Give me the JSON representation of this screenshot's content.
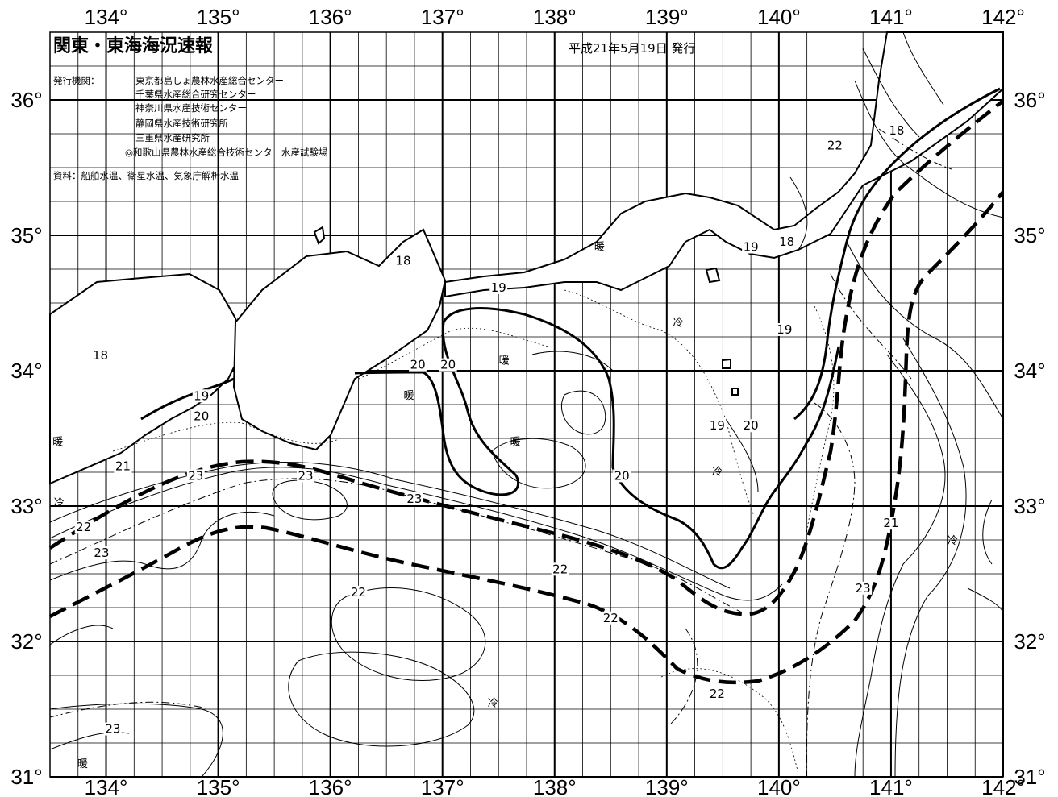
{
  "header": {
    "title": "関東・東海海況速報",
    "issue_date": "平成21年5月19日 発行",
    "issuers_label": "発行機関：",
    "issuers": [
      "東京都島しょ農林水産総合センター",
      "千葉県水産総合研究センター",
      "神奈川県水産技術センター",
      "静岡県水産技術研究所",
      "三重県水産研究所",
      "◎和歌山県農林水産総合技術センター水産試験場"
    ],
    "sources": "資料：船舶水温、衛星水温、気象庁解析水温"
  },
  "axes": {
    "lon_labels_top": [
      "134°",
      "135°",
      "136°",
      "137°",
      "138°",
      "139°",
      "140°",
      "141°",
      "142°"
    ],
    "lon_labels_bottom": [
      "134°",
      "135°",
      "136°",
      "137°",
      "138°",
      "139°",
      "140°",
      "141°",
      "142°"
    ],
    "lat_labels_left": [
      "36°",
      "35°",
      "34°",
      "33°",
      "32°",
      "31°"
    ],
    "lat_labels_right": [
      "36°",
      "35°",
      "34°",
      "33°",
      "32°",
      "31°"
    ],
    "lon_range": [
      133.5,
      142
    ],
    "lat_range": [
      31,
      36.5
    ]
  },
  "isotherm_labels": [
    "18",
    "18",
    "18",
    "18",
    "19",
    "19",
    "19",
    "19",
    "19",
    "20",
    "20",
    "20",
    "20",
    "20",
    "21",
    "21",
    "22",
    "22",
    "22",
    "22",
    "22",
    "22",
    "23",
    "23",
    "23",
    "23",
    "23",
    "23"
  ],
  "water_mass_labels": [
    "暖",
    "暖",
    "暖",
    "暖",
    "暖",
    "暖",
    "冷",
    "冷",
    "冷",
    "冷",
    "冷"
  ],
  "colors": {
    "ink": "#000000",
    "land": "#ffffff",
    "sea": "#ffffff"
  }
}
